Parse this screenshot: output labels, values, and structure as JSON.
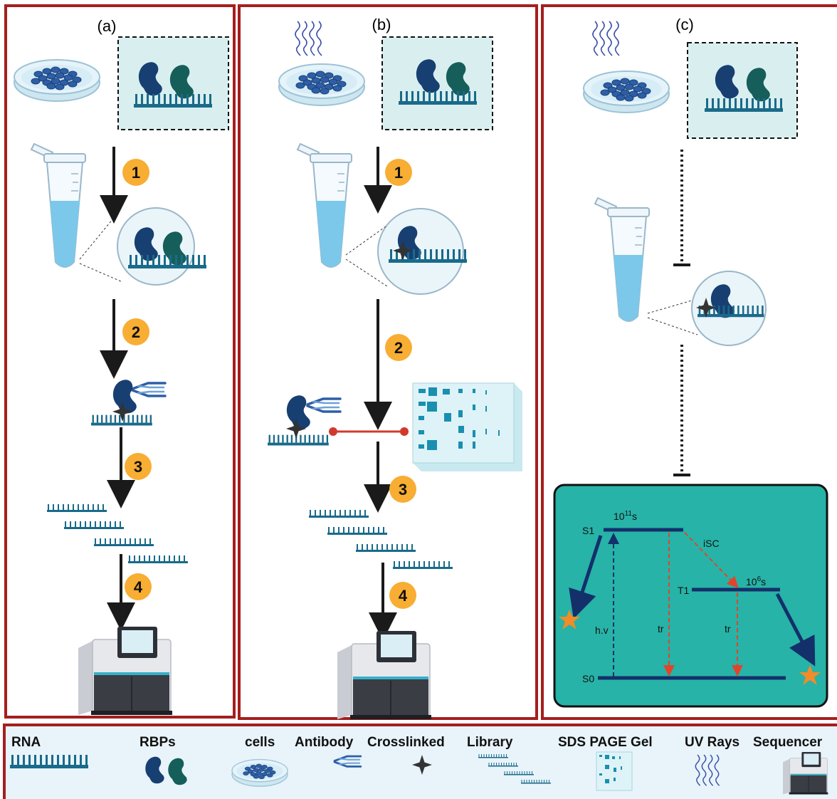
{
  "panels": {
    "a": {
      "label": "(a)",
      "steps": [
        "1",
        "2",
        "3",
        "4"
      ]
    },
    "b": {
      "label": "(b)",
      "steps": [
        "1",
        "2",
        "3",
        "4"
      ]
    },
    "c": {
      "label": "(c)"
    }
  },
  "energy_diagram": {
    "s1": "S1",
    "t1": "T1",
    "s0": "S0",
    "s1_lifetime_base": "10",
    "s1_lifetime_exp": "11",
    "s1_lifetime_unit": "s",
    "t1_lifetime_base": "10",
    "t1_lifetime_exp": "6",
    "t1_lifetime_unit": "s",
    "isc": "iSC",
    "excitation": "h.v",
    "tr_left": "tr",
    "tr_right": "tr"
  },
  "legend": {
    "rna": "RNA",
    "rbps": "RBPs",
    "cells": "cells",
    "antibody": "Antibody",
    "crosslinked": "Crosslinked",
    "library": "Library",
    "sds_page_gel": "SDS PAGE Gel",
    "uv_rays": "UV Rays",
    "sequencer": "Sequencer"
  },
  "colors": {
    "frame": "#a51e1e",
    "rna": "#1a6a8a",
    "rbp_dark": "#173f72",
    "rbp_green": "#165e5a",
    "step_badge": "#f8ad33",
    "teal_box": "#27b3a7",
    "dark_blue": "#13306b",
    "red_dashed": "#e0452b",
    "orange_star": "#f28c28",
    "legend_bg": "#e8f4fa"
  }
}
